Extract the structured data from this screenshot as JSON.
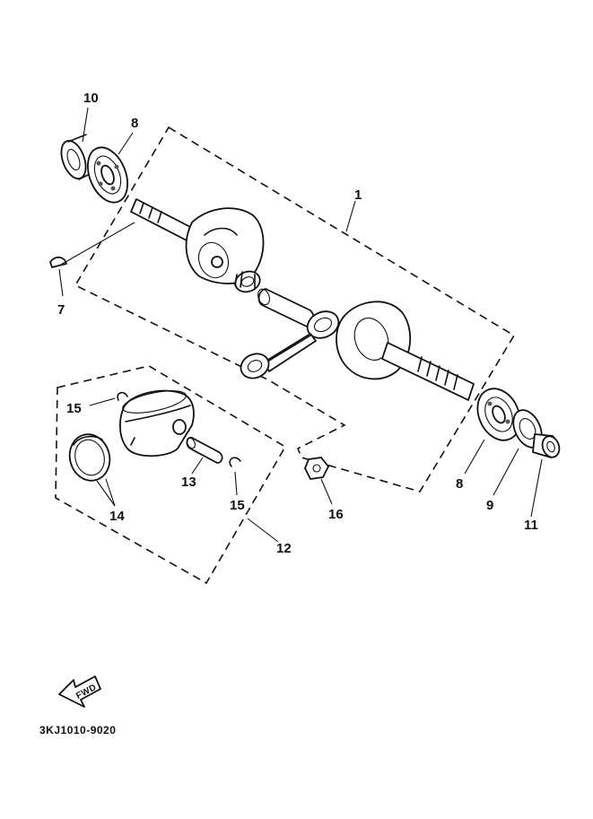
{
  "diagram": {
    "drawing_code": "3KJ1010-9020",
    "fwd_arrow_label": "FWD",
    "callouts": {
      "c1": "1",
      "c7": "7",
      "c8_top": "8",
      "c8_bottom": "8",
      "c9": "9",
      "c10": "10",
      "c11": "11",
      "c12": "12",
      "c13": "13",
      "c14": "14",
      "c15_left": "15",
      "c15_right": "15",
      "c16": "16"
    }
  },
  "colors": {
    "ink": "#111111",
    "paper": "#ffffff"
  }
}
